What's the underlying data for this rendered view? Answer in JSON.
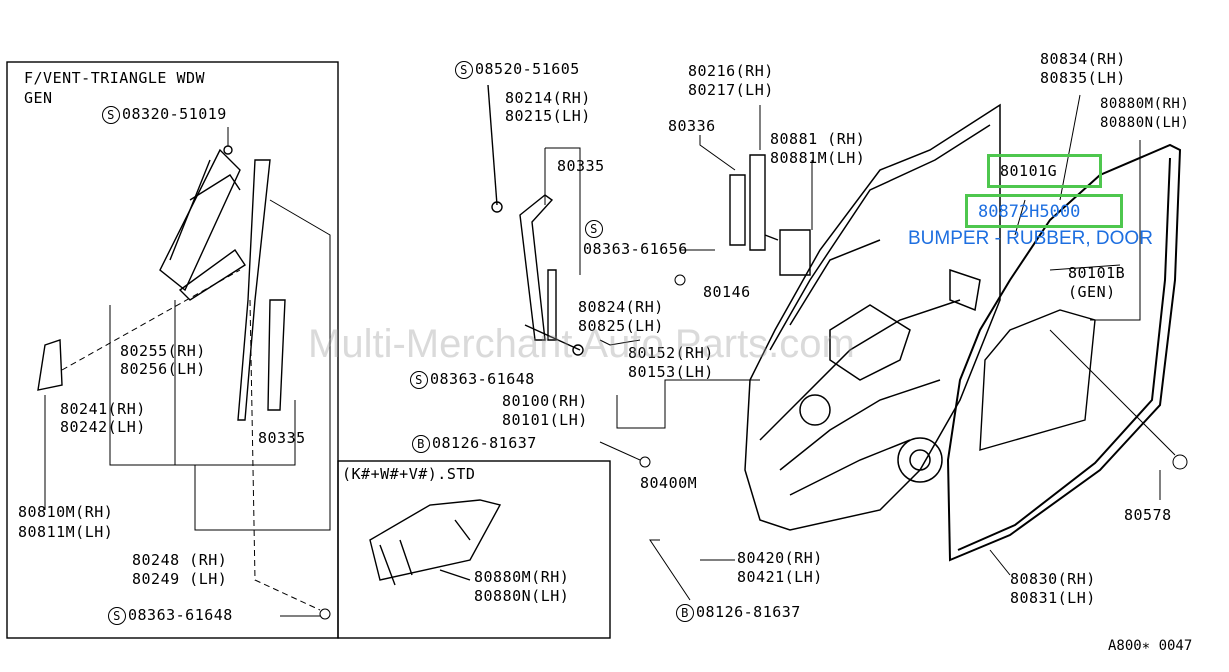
{
  "inset_left": {
    "title": "F/VENT-TRIANGLE WDW",
    "subtitle": "GEN",
    "bolt_top": "08320-51019",
    "part_80255": "80255(RH)",
    "part_80256": "80256(LH)",
    "part_80241": "80241(RH)",
    "part_80242": "80242(LH)",
    "part_80335": "80335",
    "part_80810": "80810M(RH)",
    "part_80811": "80811M(LH)",
    "part_80248": "80248 (RH)",
    "part_80249": "80249 (LH)",
    "bolt_bottom": "08363-61648"
  },
  "inset_bottom": {
    "title": "(K#+W#+V#).STD",
    "part_80880M": "80880M(RH)",
    "part_80880N": "80880N(LH)"
  },
  "main": {
    "bolt_08520": "08520-51605",
    "part_80214": "80214(RH)",
    "part_80215": "80215(LH)",
    "part_80335": "80335",
    "bolt_08363_a": "08363-61656",
    "part_80216": "80216(RH)",
    "part_80217": "80217(LH)",
    "part_80336": "80336",
    "part_80881": "80881 (RH)",
    "part_80881M": "80881M(LH)",
    "part_80146": "80146",
    "part_80824": "80824(RH)",
    "part_80825": "80825(LH)",
    "bolt_08363_b": "08363-61648",
    "part_80152": "80152(RH)",
    "part_80153": "80153(LH)",
    "part_80100": "80100(RH)",
    "part_80101": "80101(LH)",
    "bolt_08126_a": "08126-81637",
    "part_80400M": "80400M",
    "part_80420": "80420(RH)",
    "part_80421": "80421(LH)",
    "bolt_08126_b": "08126-81637",
    "part_80834": "80834(RH)",
    "part_80835": "80835(LH)",
    "part_80880M": "80880M(RH)",
    "part_80880N": "80880N(LH)",
    "part_80101B": "80101B",
    "part_80101B_gen": "(GEN)",
    "part_80578": "80578",
    "part_80830": "80830(RH)",
    "part_80831": "80831(LH)",
    "ref_code": "A800∗ 0047"
  },
  "highlight": {
    "box1_label": "80101G",
    "box2_label": "80872H5000",
    "description": "BUMPER - RUBBER, DOOR",
    "color": "#4ec74e",
    "text_color": "#1e6fe0"
  },
  "badges": {
    "s": "S",
    "b": "B"
  },
  "watermark": "Multi-Merchant Auto Parts.com"
}
